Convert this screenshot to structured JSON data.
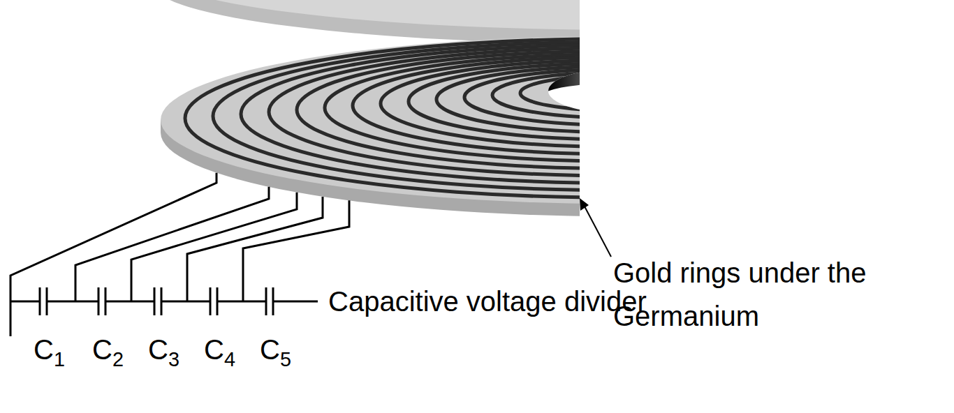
{
  "diagram": {
    "labels": [
      "Gold rings under the Germanium",
      "Capacitive voltage divider",
      "C1",
      "C2",
      "C3",
      "C4",
      "C5"
    ]
  }
}
